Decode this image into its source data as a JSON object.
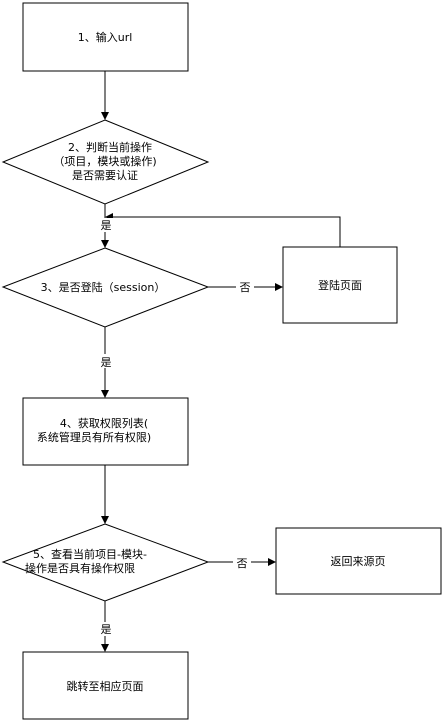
{
  "nodes": {
    "step1": {
      "text": "1、输入url"
    },
    "step2": {
      "lines": [
        "2、判断当前操作",
        "（项目，模块或操作)",
        "是否需要认证"
      ]
    },
    "step3": {
      "text": "3、是否登陆（session）"
    },
    "login_page": {
      "text": "登陆页面"
    },
    "step4": {
      "lines": [
        "4、获取权限列表(",
        "系统管理员有所有权限)"
      ]
    },
    "step5": {
      "lines": [
        "5、查看当前项目-模块-",
        "操作是否具有操作权限"
      ]
    },
    "return_page": {
      "text": "返回来源页"
    },
    "jump_page": {
      "text": "跳转至相应页面"
    }
  },
  "edges": {
    "yes1": "是",
    "no1": "否",
    "yes2": "是",
    "no2": "否",
    "yes3": "是"
  }
}
